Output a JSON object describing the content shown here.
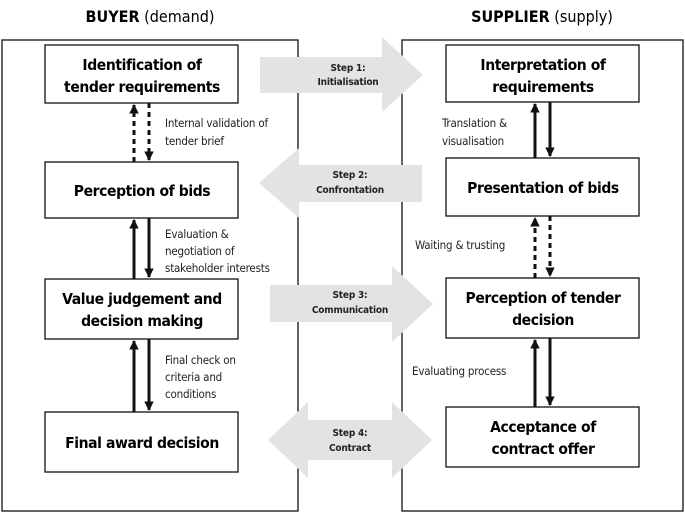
{
  "buyer": {
    "title_bold": "BUYER",
    "title_rest": " (demand)",
    "boxes": [
      {
        "lines": [
          "Identification of",
          "tender requirements"
        ]
      },
      {
        "lines": [
          "Perception of bids"
        ]
      },
      {
        "lines": [
          "Value judgement and",
          "decision making"
        ]
      },
      {
        "lines": [
          "Final award decision"
        ]
      }
    ],
    "links": [
      {
        "style": "dashed",
        "lines": [
          "Internal validation of",
          "tender brief"
        ]
      },
      {
        "style": "solid",
        "lines": [
          "Evaluation &",
          "negotiation of",
          "stakeholder interests"
        ]
      },
      {
        "style": "solid",
        "lines": [
          "Final check on",
          "criteria and",
          "conditions"
        ]
      }
    ]
  },
  "supplier": {
    "title_bold": "SUPPLIER",
    "title_rest": " (supply)",
    "boxes": [
      {
        "lines": [
          "Interpretation of",
          "requirements"
        ]
      },
      {
        "lines": [
          "Presentation of bids"
        ]
      },
      {
        "lines": [
          "Perception of tender",
          "decision"
        ]
      },
      {
        "lines": [
          "Acceptance of",
          "contract offer"
        ]
      }
    ],
    "links": [
      {
        "style": "solid",
        "lines": [
          "Translation &",
          "visualisation"
        ]
      },
      {
        "style": "dashed",
        "lines": [
          "Waiting & trusting"
        ]
      },
      {
        "style": "solid",
        "lines": [
          "Evaluating process"
        ]
      }
    ]
  },
  "steps": [
    {
      "direction": "right",
      "lines": [
        "Step 1:",
        "Initialisation"
      ]
    },
    {
      "direction": "left",
      "lines": [
        "Step 2:",
        "Confrontation"
      ]
    },
    {
      "direction": "right",
      "lines": [
        "Step 3:",
        "Communication"
      ]
    },
    {
      "direction": "both",
      "lines": [
        "Step 4:",
        "Contract"
      ]
    }
  ],
  "colors": {
    "step_arrow": "#e3e3e3",
    "line": "#111111"
  }
}
